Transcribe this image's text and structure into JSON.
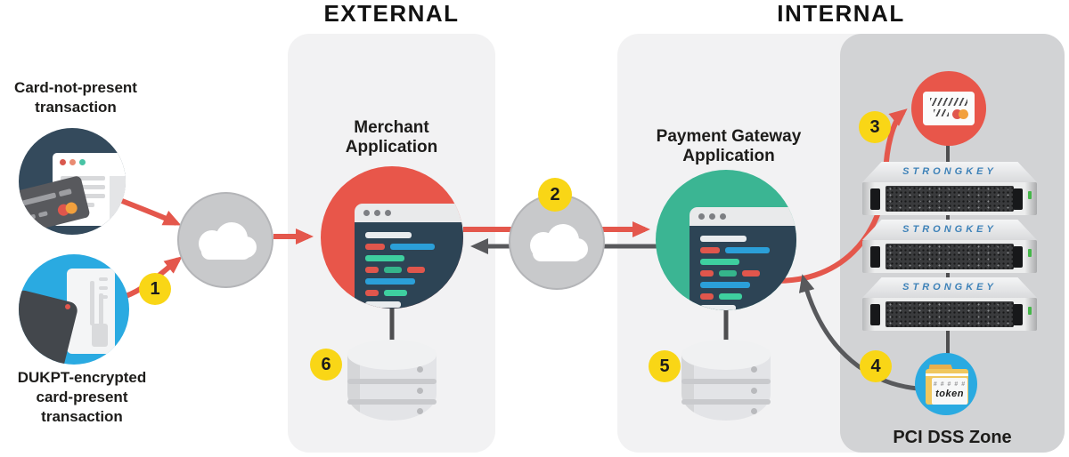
{
  "header": {
    "external": "EXTERNAL",
    "internal": "INTERNAL"
  },
  "left": {
    "cnp_label": "Card-not-present\ntransaction",
    "dukpt_label": "DUKPT-encrypted\ncard-present\ntransaction"
  },
  "external_zone": {
    "app_title": "Merchant\nApplication"
  },
  "internal_zone": {
    "app_title": "Payment Gateway\nApplication",
    "pci_label": "PCI DSS Zone"
  },
  "servers": {
    "brand": "STRONGKEY"
  },
  "token_folder": {
    "hashes": "# # # # #",
    "label": "token"
  },
  "steps": {
    "s1": "1",
    "s2": "2",
    "s3": "3",
    "s4": "4",
    "s5": "5",
    "s6": "6"
  },
  "icons": {
    "cloud": "cloud-icon",
    "database": "database-icon",
    "code_window": "code-window-icon",
    "credit_card": "credit-card-icon",
    "pos_terminal": "pos-terminal-icon",
    "receipt_card": "receipt-card-icon",
    "token_folder": "token-folder-icon",
    "rack_server": "rack-server-icon"
  },
  "colors": {
    "merchant_red": "#e8564a",
    "gateway_teal": "#3bb593",
    "pos_blue": "#2aaae1",
    "slate": "#344a5c",
    "badge_yellow": "#f9d616",
    "zone_panel": "#f2f2f3",
    "pci_panel": "#d2d3d5",
    "arrow_red": "#e4574c",
    "arrow_gray": "#58595c",
    "code_navy": "#2d4455",
    "server_brand_blue": "#3e82b8"
  }
}
